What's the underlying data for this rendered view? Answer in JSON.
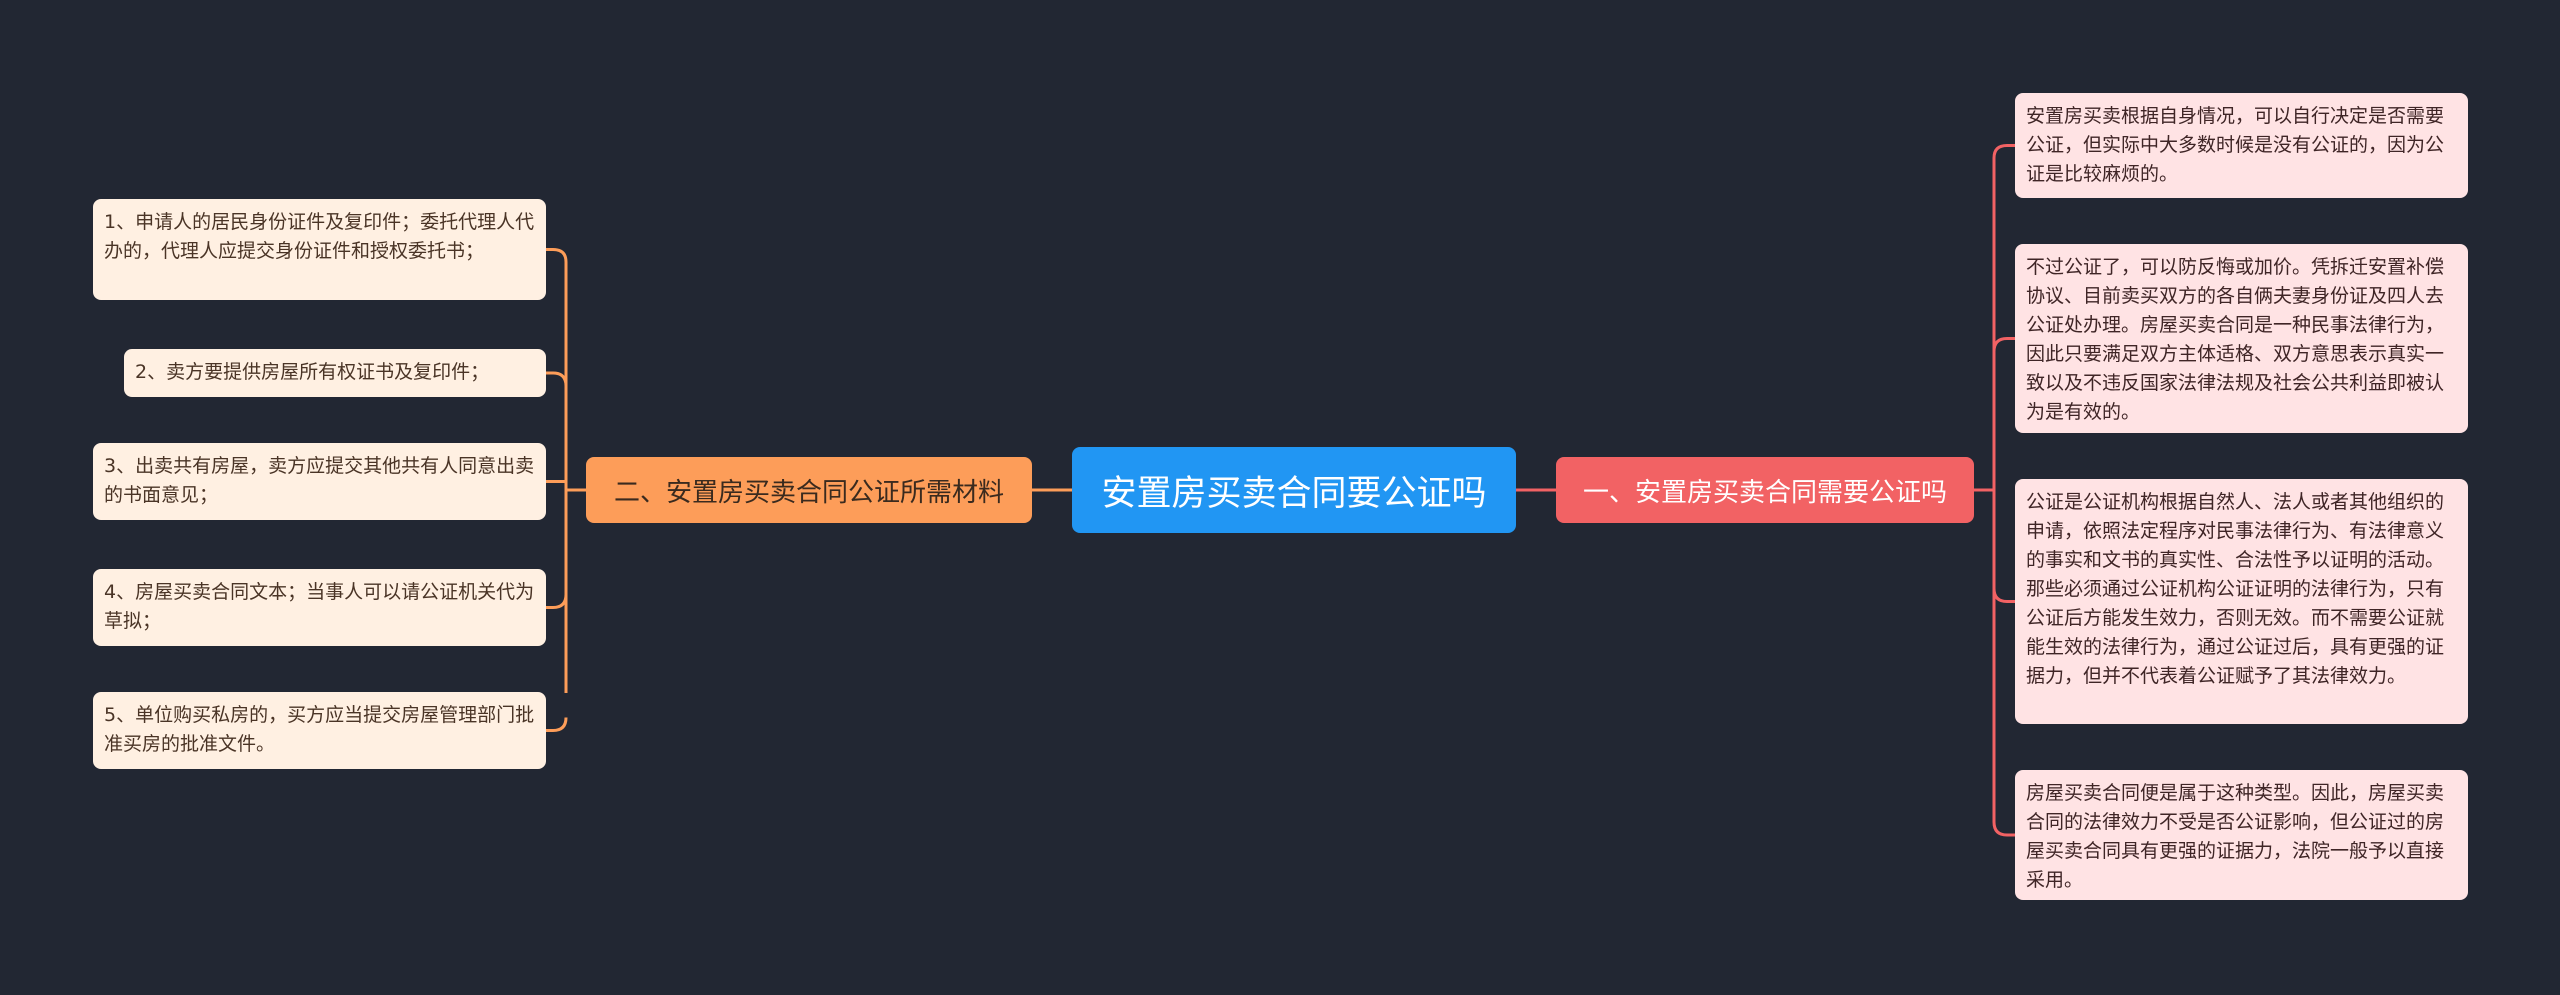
{
  "root": {
    "label": "安置房买卖合同要公证吗"
  },
  "left_branch": {
    "label": "二、安置房买卖合同公证所需材料",
    "color": "#FD9D59",
    "leaves": [
      {
        "text": "1、申请人的居民身份证件及复印件；委托代理人代办的，代理人应提交身份证件和授权委托书；"
      },
      {
        "text": "2、卖方要提供房屋所有权证书及复印件；"
      },
      {
        "text": "3、出卖共有房屋，卖方应提交其他共有人同意出卖的书面意见；"
      },
      {
        "text": "4、房屋买卖合同文本；当事人可以请公证机关代为草拟；"
      },
      {
        "text": "5、单位购买私房的，买方应当提交房屋管理部门批准买房的批准文件。"
      }
    ]
  },
  "right_branch": {
    "label": "一、安置房买卖合同需要公证吗",
    "color": "#F26264",
    "leaves": [
      {
        "text": "安置房买卖根据自身情况，可以自行决定是否需要公证，但实际中大多数时候是没有公证的，因为公证是比较麻烦的。"
      },
      {
        "text": "不过公证了，可以防反悔或加价。凭拆迁安置补偿协议、目前卖买双方的各自俩夫妻身份证及四人去公证处办理。房屋买卖合同是一种民事法律行为，因此只要满足双方主体适格、双方意思表示真实一致以及不违反国家法律法规及社会公共利益即被认为是有效的。"
      },
      {
        "text": "公证是公证机构根据自然人、法人或者其他组织的申请，依照法定程序对民事法律行为、有法律意义的事实和文书的真实性、合法性予以证明的活动。那些必须通过公证机构公证证明的法律行为，只有公证后方能发生效力，否则无效。而不需要公证就能生效的法律行为，通过公证过后，具有更强的证据力，但并不代表着公证赋予了其法律效力。"
      },
      {
        "text": "房屋买卖合同便是属于这种类型。因此，房屋买卖合同的法律效力不受是否公证影响，但公证过的房屋买卖合同具有更强的证据力，法院一般予以直接采用。"
      }
    ]
  },
  "colors": {
    "background": "#222733",
    "root": "#2196F3",
    "left_leaf": "#FFF0E2",
    "right_leaf": "#FFE3E4"
  }
}
